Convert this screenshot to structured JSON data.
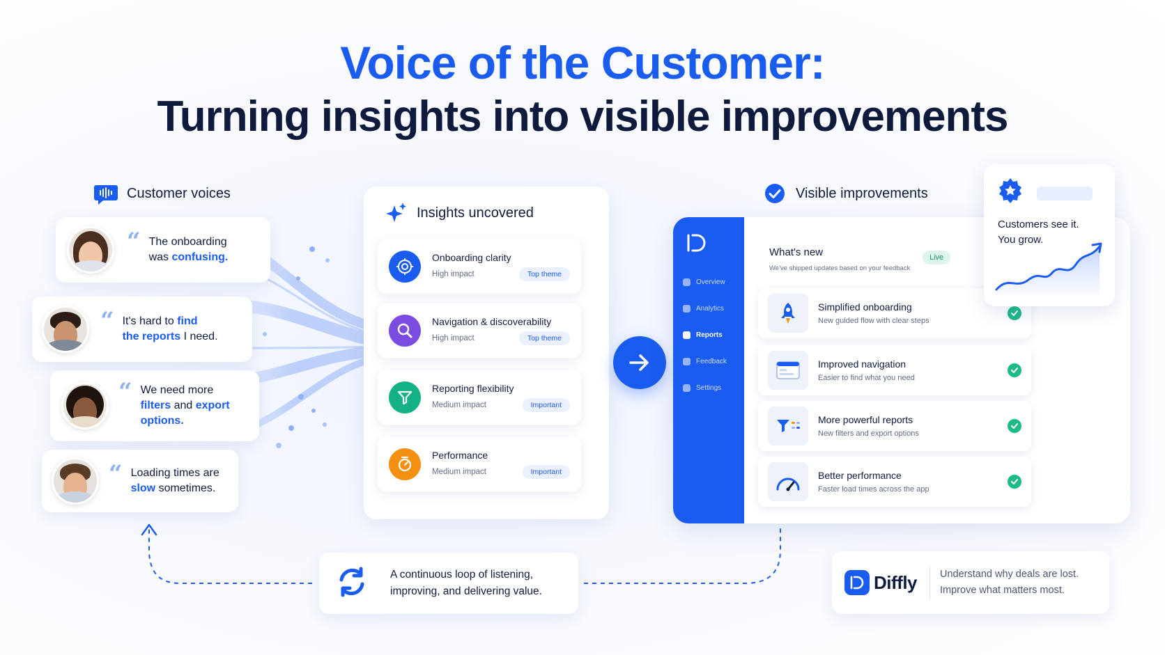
{
  "title": {
    "line1": "Voice of the Customer:",
    "line2": "Turning insights into visible improvements"
  },
  "customer_voices": {
    "heading": "Customer voices",
    "icon": "voice-chat-icon",
    "quotes": [
      {
        "line1_a": "The onboarding",
        "line1_b": "",
        "line2_a": "was ",
        "line2_hl": "confusing.",
        "line2_b": ""
      },
      {
        "line1_a": "It's hard to ",
        "line1_hl": "find",
        "line2_hl": "the reports",
        "line2_b": " I need."
      },
      {
        "line1_a": "We need more",
        "line2_hl": "filters",
        "line2_b": " and ",
        "line2_hl2": "export",
        "line3_hl": "options."
      },
      {
        "line1_a": "Loading times are",
        "line2_hl": "slow",
        "line2_b": " sometimes."
      }
    ]
  },
  "insights": {
    "heading": "Insights uncovered",
    "icon": "sparkles-icon",
    "items": [
      {
        "title": "Onboarding clarity",
        "impact": "High impact",
        "tag": "Top theme",
        "color": "#1a5cf0",
        "icon": "target-icon"
      },
      {
        "title": "Navigation & discoverability",
        "impact": "High impact",
        "tag": "Top theme",
        "color": "#7b4ce0",
        "icon": "search-icon"
      },
      {
        "title": "Reporting flexibility",
        "impact": "Medium impact",
        "tag": "Important",
        "color": "#14b187",
        "icon": "filter-icon"
      },
      {
        "title": "Performance",
        "impact": "Medium impact",
        "tag": "Important",
        "color": "#f39012",
        "icon": "speed-icon"
      }
    ]
  },
  "improvements": {
    "heading": "Visible improvements",
    "icon": "check-circle-icon",
    "app": {
      "nav": [
        "Overview",
        "Analytics",
        "Reports",
        "Feedback",
        "Settings"
      ],
      "active_nav": "Reports",
      "whats_new": "What's new",
      "whats_new_sub": "We've shipped updates based on your feedback",
      "live_badge": "Live",
      "items": [
        {
          "title": "Simplified onboarding",
          "sub": "New guided flow with clear steps",
          "icon": "rocket-icon"
        },
        {
          "title": "Improved navigation",
          "sub": "Easier to find what you need",
          "icon": "browser-icon"
        },
        {
          "title": "More powerful reports",
          "sub": "New filters and export options",
          "icon": "filter-report-icon"
        },
        {
          "title": "Better performance",
          "sub": "Faster load times across the app",
          "icon": "gauge-icon"
        }
      ]
    },
    "growth_card": {
      "line1": "Customers see it.",
      "line2": "You grow.",
      "icon": "star-badge-icon"
    }
  },
  "loop": {
    "line1": "A continuous loop of listening,",
    "line2": "improving, and delivering value.",
    "icon": "refresh-icon"
  },
  "brand": {
    "name": "Diffly",
    "tagline1": "Understand why deals are lost.",
    "tagline2": "Improve what matters most."
  },
  "colors": {
    "primary": "#1a5cf0",
    "navy": "#0f1b3d",
    "success": "#1fb889"
  }
}
